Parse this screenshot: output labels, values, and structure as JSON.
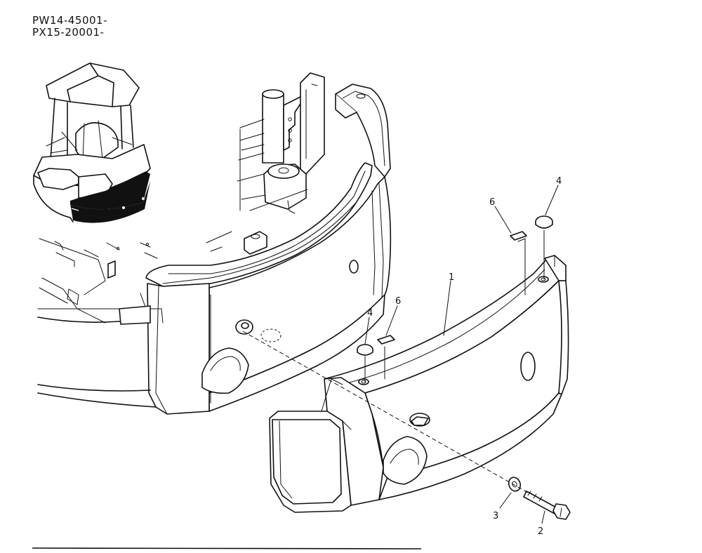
{
  "header": {
    "serial_1": "PW14-45001-",
    "serial_2": "PX15-20001-"
  },
  "callouts": [
    {
      "id": "c1",
      "text": "1"
    },
    {
      "id": "c2",
      "text": "2"
    },
    {
      "id": "c3",
      "text": "3"
    },
    {
      "id": "c4a",
      "text": "4"
    },
    {
      "id": "c4b",
      "text": "4"
    },
    {
      "id": "c6a",
      "text": "6"
    },
    {
      "id": "c6b",
      "text": "6"
    }
  ]
}
